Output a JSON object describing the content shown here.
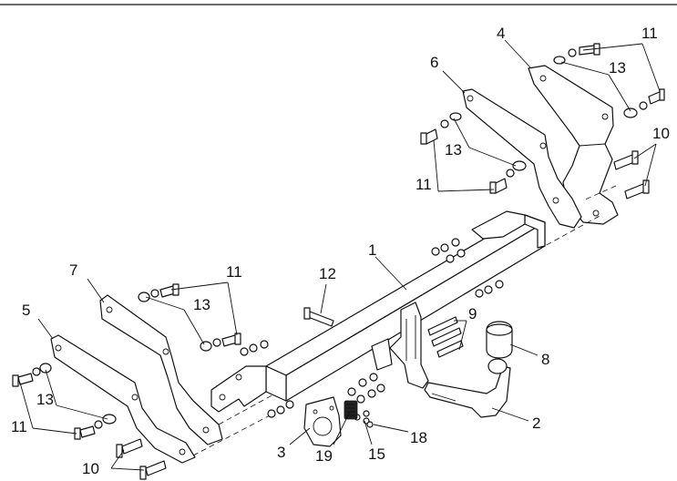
{
  "labels": {
    "p1": "1",
    "p2": "2",
    "p3": "3",
    "p4": "4",
    "p5": "5",
    "p6": "6",
    "p7": "7",
    "p8": "8",
    "p9": "9",
    "p10": "10",
    "p11": "11",
    "p12": "12",
    "p13": "13",
    "p15": "15",
    "p18": "18",
    "p19": "19"
  },
  "colors": {
    "line": "#111111",
    "background": "#ffffff"
  }
}
